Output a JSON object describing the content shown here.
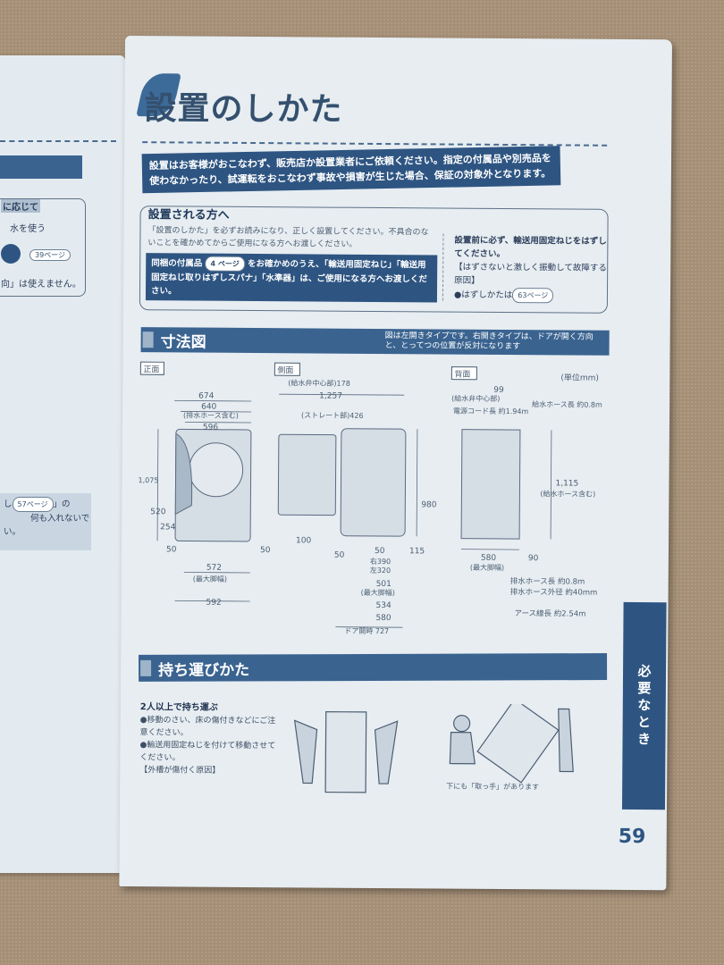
{
  "left_page": {
    "box_heading": "に応じて",
    "line1": "水を使う",
    "page_ref_39": "39ページ",
    "line_bottom": "向」は使えません。",
    "note_ref": "57ページ",
    "note_line1": "し",
    "note_line1_tail": "」の",
    "note_line2": "何も入れないで",
    "note_line3": "い。"
  },
  "title": "設置のしかた",
  "warning_banner": "設置はお客様がおこなわず、販売店か設置業者にご依頼ください。指定の付属品や別売品を使わなかったり、試運転をおこなわず事故や損害が生じた場合、保証の対象外となります。",
  "installer_box": {
    "heading": "設置される方へ",
    "text": "「設置のしかた」を必ずお読みになり、正しく設置してください。不具合のないことを確かめてからご使用になる方へお渡しください。",
    "blue_pre": "同梱の付属品",
    "blue_ref": "4 ページ",
    "blue_post": "をお確かめのうえ、「輸送用固定ねじ」「輸送用固定ねじ取りはずしスパナ」「水準器」は、ご使用になる方へお渡しください。",
    "right_bold": "設置前に必ず、輸送用固定ねじをはずしてください。",
    "right_note": "【はずさないと激しく振動して故障する原因】",
    "right_ref_pre": "●はずしかたは",
    "right_ref": "63ページ"
  },
  "dimensions": {
    "heading": "寸法図",
    "note": "図は左開きタイプです。右開きタイプは、ドアが開く方向と、とってつの位置が反対になります",
    "unit": "(単位mm)",
    "front": {
      "label": "正面",
      "w674": "674",
      "w640": "640",
      "w640_note": "(排水ホース含む)",
      "w596": "596",
      "h1075": "1,075",
      "h520": "520",
      "h254": "254",
      "l50": "50",
      "r50": "50",
      "w572": "572",
      "w572_note": "(最大脚幅)",
      "w592": "592"
    },
    "side": {
      "label": "側面",
      "top178": "(給水弁中心部)178",
      "w1257": "1,257",
      "w426": "(ストレート部)426",
      "h980": "980",
      "h100": "100",
      "l50": "50",
      "b50": "50",
      "h115": "115",
      "r390": "右390",
      "l320": "左320",
      "w501": "501",
      "w501_note": "(最大脚幅)",
      "w534": "534",
      "w580": "580",
      "door727": "ドア開時 727"
    },
    "back": {
      "label": "背面",
      "top99": "99",
      "top99_note": "(給水弁中心部)",
      "cord": "電源コード長 約1.94m",
      "hose": "給水ホース長 約0.8m",
      "h1115": "1,115",
      "h1115_note": "(給水ホース含む)",
      "w580": "580",
      "w580_note": "(最大脚幅)",
      "r90": "90",
      "drain_len": "排水ホース長 約0.8m",
      "drain_dia": "排水ホース外径 約40mm",
      "earth": "アース線長 約2.54m"
    }
  },
  "carrying": {
    "heading": "持ち運びかた",
    "subheading": "2人以上で持ち運ぶ",
    "bullet1": "●移動のさい、床の傷付きなどにご注意ください。",
    "bullet2": "●輸送用固定ねじを付けて移動させてください。",
    "bullet2_note": "【外槽が傷付く原因】",
    "caption": "下にも「取っ手」があります"
  },
  "side_tab": "必要なとき",
  "page_number": "59"
}
